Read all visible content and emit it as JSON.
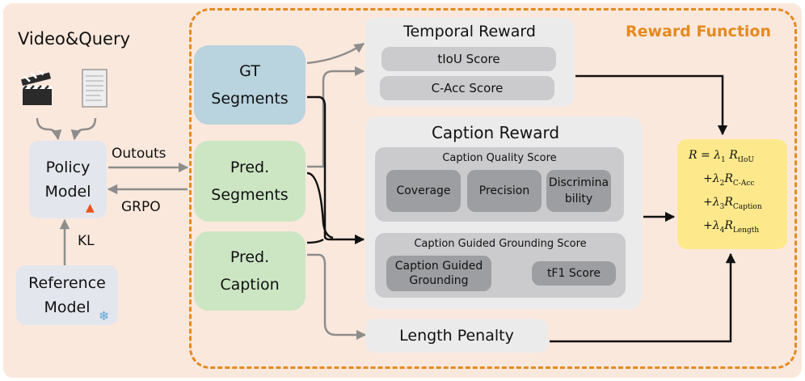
{
  "input": {
    "title": "Video&Query"
  },
  "policy": {
    "line1": "Policy",
    "line2": "Model"
  },
  "reference": {
    "line1": "Reference",
    "line2": "Model"
  },
  "edges": {
    "outputs": "Outouts",
    "grpo": "GRPO",
    "kl": "KL"
  },
  "segments": {
    "gt_line1": "GT",
    "gt_line2": "Segments",
    "pred_seg_line1": "Pred.",
    "pred_seg_line2": "Segments",
    "pred_cap_line1": "Pred.",
    "pred_cap_line2": "Caption"
  },
  "reward_function_label": "Reward Function",
  "temporal_reward": {
    "title": "Temporal Reward",
    "scores": [
      "tIoU Score",
      "C-Acc Score"
    ]
  },
  "caption_reward": {
    "title": "Caption Reward",
    "quality": {
      "title": "Caption Quality Score",
      "items": [
        "Coverage",
        "Precision",
        "Discrimina\nbility"
      ]
    },
    "grounding": {
      "title": "Caption Guided Grounding Score",
      "left_line1": "Caption Guided",
      "left_line2": "Grounding",
      "right": "tF1 Score"
    }
  },
  "length_penalty": "Length Penalty",
  "formula": {
    "line1_prefix": "R = λ",
    "line1_k": "1",
    "line1_term": "tIoU",
    "line2_prefix": "+λ",
    "line2_k": "2",
    "line2_term": "C-Acc",
    "line3_prefix": "+λ",
    "line3_k": "3",
    "line3_term": "Caption",
    "line4_prefix": "+λ",
    "line4_k": "4",
    "line4_term": "Length"
  },
  "colors": {
    "background": "#fbe8dd",
    "dashed_border": "#e58a1f",
    "gt": "#b9d3df",
    "pred": "#cce6c4",
    "panel": "#ebebec",
    "formula": "#fde98c",
    "policy": "#e4e6ee"
  },
  "icons": [
    "clapperboard-icon",
    "document-icon",
    "fire-icon",
    "snowflake-icon"
  ]
}
